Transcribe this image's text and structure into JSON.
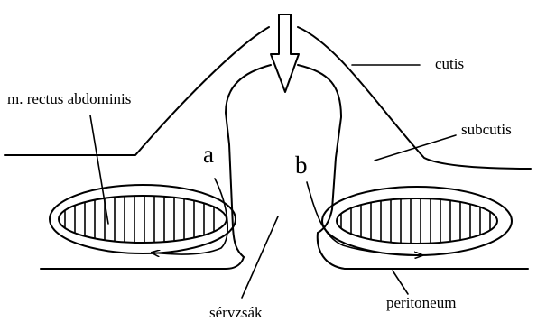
{
  "labels": {
    "cutis": "cutis",
    "subcutis": "subcutis",
    "muscle": "m. rectus abdominis",
    "sac": "sérvzsák",
    "peritoneum": "peritoneum",
    "a": "a",
    "b": "b"
  },
  "colors": {
    "line": "#000000",
    "background": "#ffffff"
  }
}
